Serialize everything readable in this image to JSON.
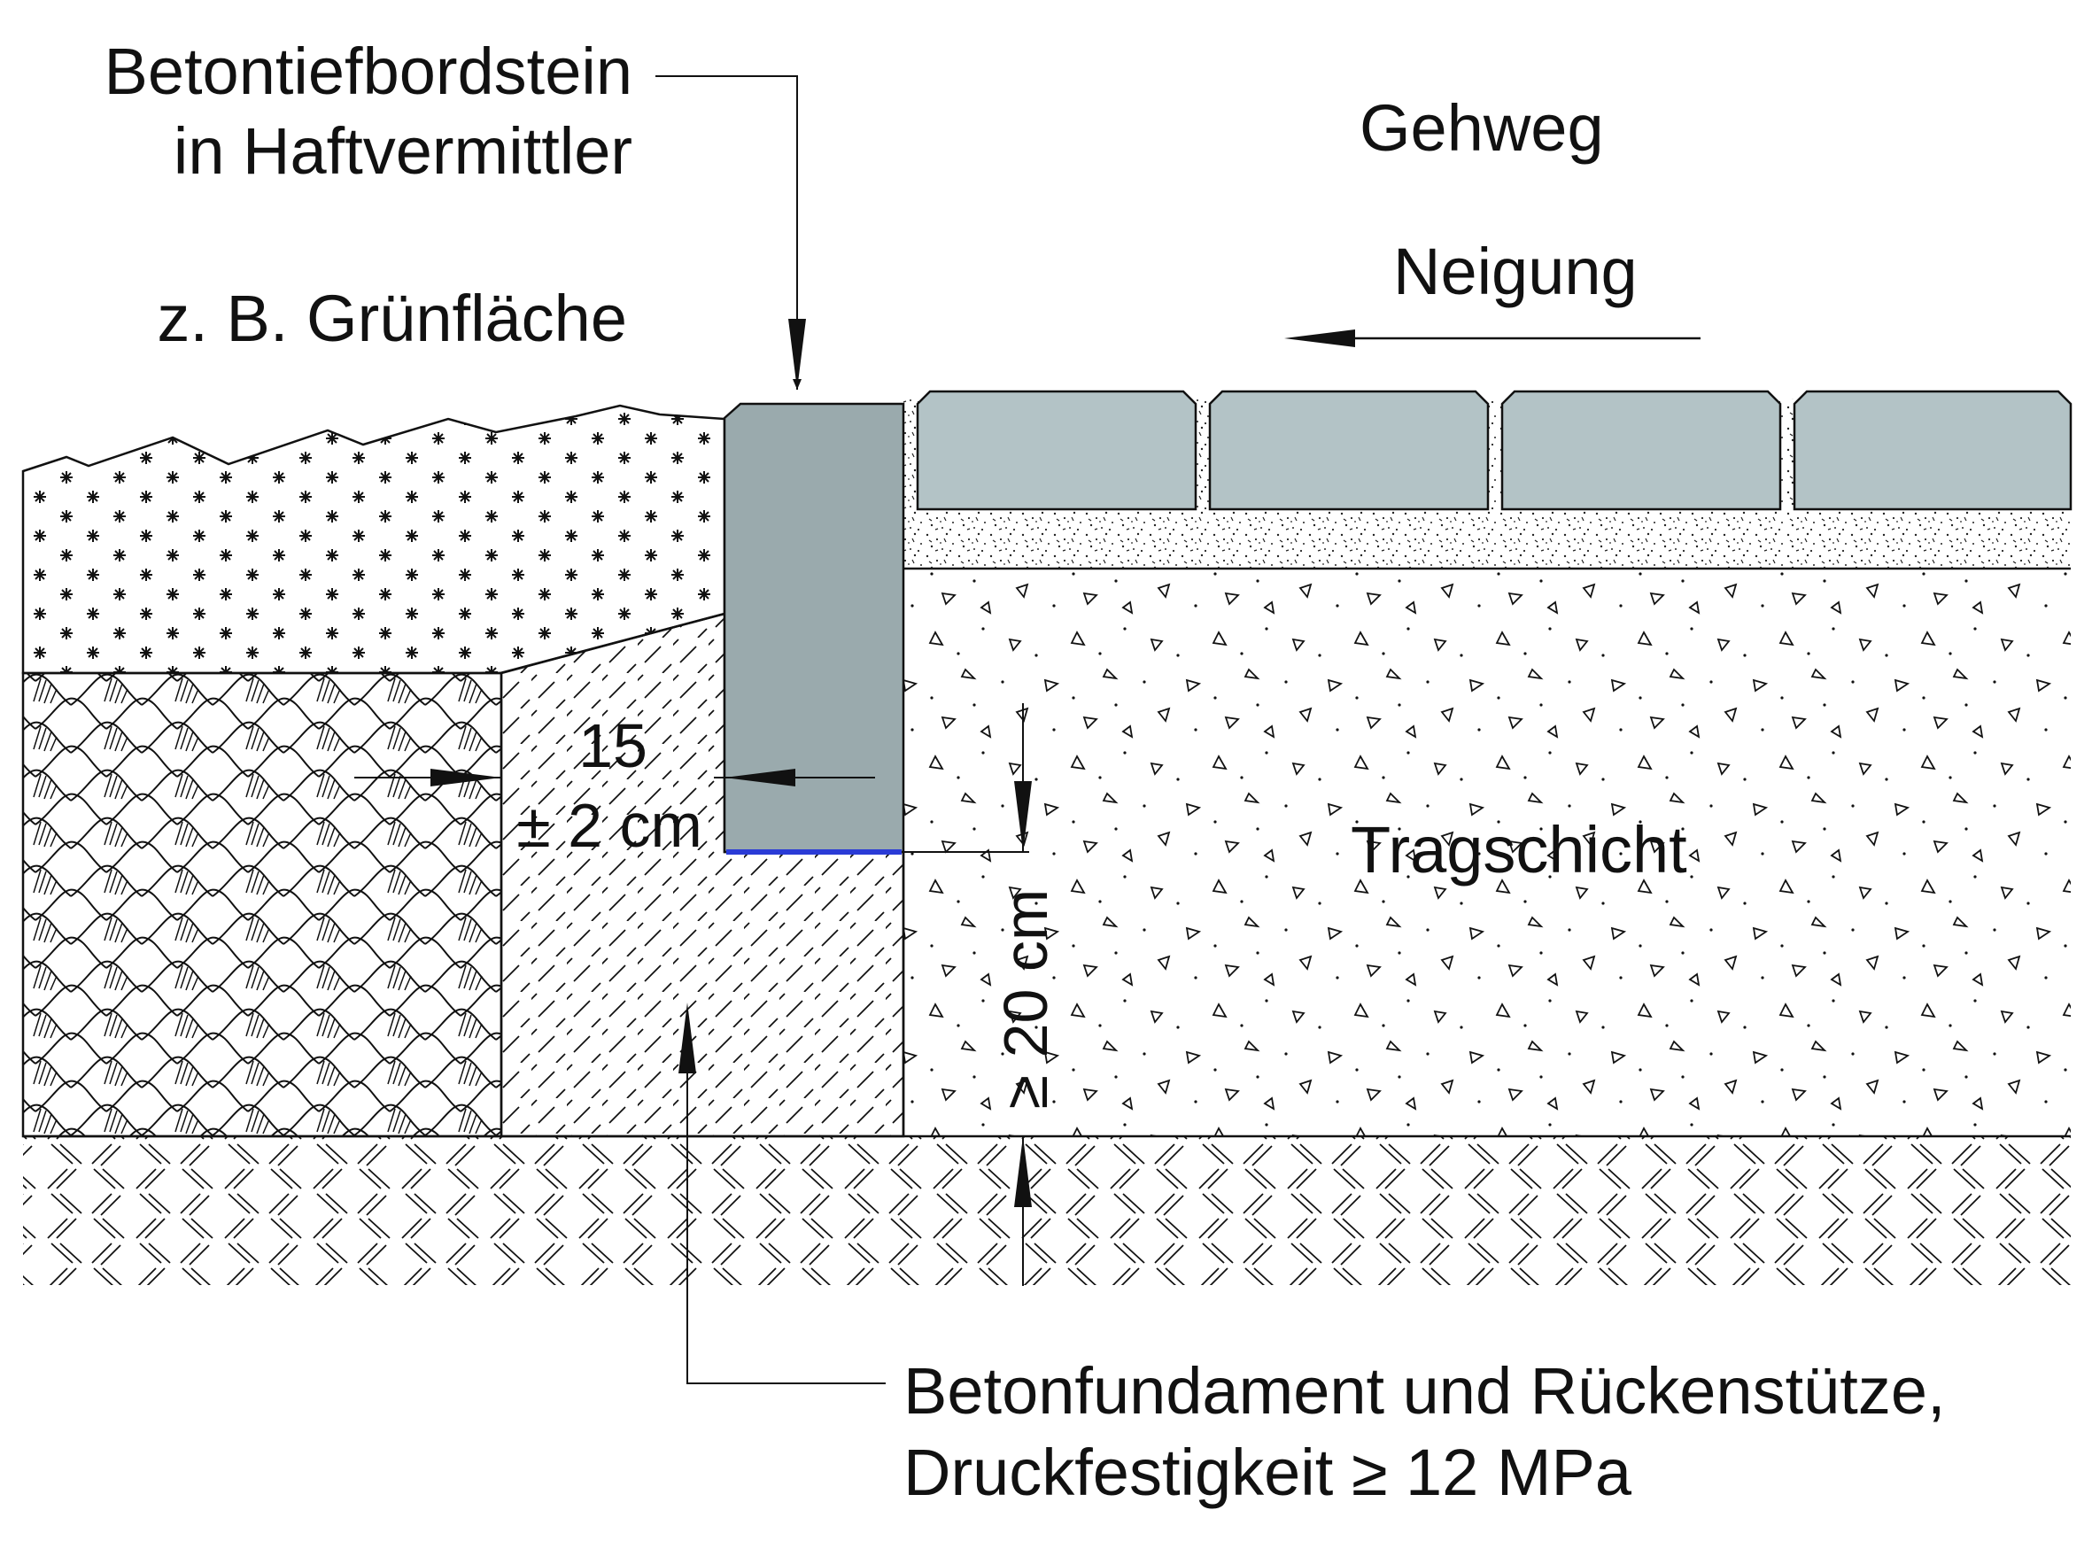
{
  "labels": {
    "kerb_line1": "Betontiefbordstein",
    "kerb_line2": "in Haftvermittler",
    "green_area": "z. B. Grünfläche",
    "walkway": "Gehweg",
    "slope": "Neigung",
    "base_layer": "Tragschicht",
    "dim_width_value": "15",
    "dim_width_tol": "± 2 cm",
    "dim_depth": "≥ 20 cm",
    "foundation_line1": "Betonfundament und Rückenstütze,",
    "foundation_line2": "Druckfestigkeit ≥ 12 MPa"
  },
  "colors": {
    "kerb_fill": "#9aaaad",
    "paver_fill": "#b3c3c6",
    "bond_line": "#2a3bd6",
    "line": "#111111"
  }
}
